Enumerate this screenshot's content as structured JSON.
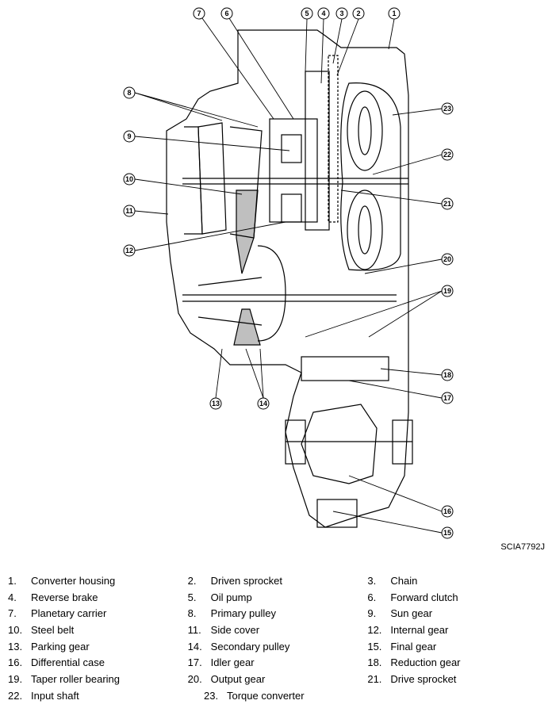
{
  "figure": {
    "reference_code": "SCIA7792J",
    "callouts": [
      "1",
      "2",
      "3",
      "4",
      "5",
      "6",
      "7",
      "8",
      "9",
      "10",
      "11",
      "12",
      "13",
      "14",
      "15",
      "16",
      "17",
      "18",
      "19",
      "20",
      "21",
      "22",
      "23"
    ]
  },
  "legend": [
    {
      "num": "1.",
      "name": "Converter housing"
    },
    {
      "num": "2.",
      "name": "Driven sprocket"
    },
    {
      "num": "3.",
      "name": "Chain"
    },
    {
      "num": "4.",
      "name": "Reverse brake"
    },
    {
      "num": "5.",
      "name": "Oil pump"
    },
    {
      "num": "6.",
      "name": "Forward clutch"
    },
    {
      "num": "7.",
      "name": "Planetary carrier"
    },
    {
      "num": "8.",
      "name": "Primary pulley"
    },
    {
      "num": "9.",
      "name": "Sun gear"
    },
    {
      "num": "10.",
      "name": "Steel belt"
    },
    {
      "num": "11.",
      "name": "Side cover"
    },
    {
      "num": "12.",
      "name": "Internal gear"
    },
    {
      "num": "13.",
      "name": "Parking gear"
    },
    {
      "num": "14.",
      "name": "Secondary pulley"
    },
    {
      "num": "15.",
      "name": "Final gear"
    },
    {
      "num": "16.",
      "name": "Differential case"
    },
    {
      "num": "17.",
      "name": "Idler gear"
    },
    {
      "num": "18.",
      "name": "Reduction gear"
    },
    {
      "num": "19.",
      "name": "Taper roller bearing"
    },
    {
      "num": "20.",
      "name": "Output gear"
    },
    {
      "num": "21.",
      "name": "Drive sprocket"
    },
    {
      "num": "22.",
      "name": "Input shaft"
    },
    {
      "num": "23.",
      "name": "Torque converter"
    }
  ]
}
